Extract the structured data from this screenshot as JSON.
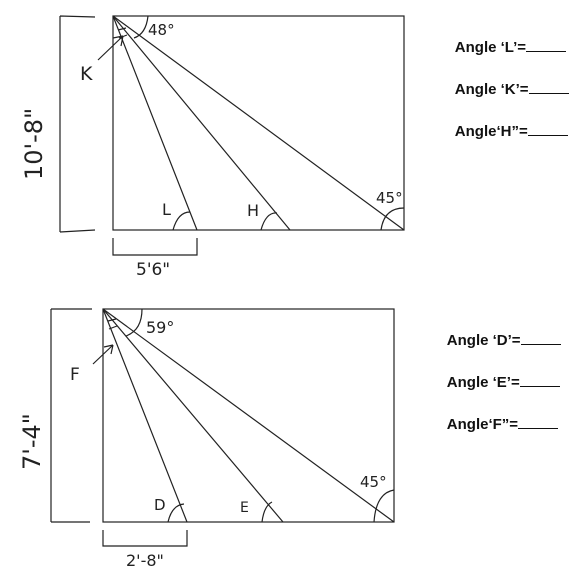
{
  "diagram_top": {
    "height_label": "10'-8\"",
    "base_label": "5'6\"",
    "top_angle_label": "48°",
    "right_angle_label": "45°",
    "label_L": "L",
    "label_H": "H",
    "label_K": "K",
    "questions": [
      "Angle ‘L’=",
      "Angle ‘K’=",
      "Angle‘H”="
    ]
  },
  "diagram_bottom": {
    "height_label": "7'-4\"",
    "base_label": "2'-8\"",
    "top_angle_label": "59°",
    "right_angle_label": "45°",
    "label_D": "D",
    "label_E": "E",
    "label_F": "F",
    "questions": [
      "Angle ‘D’=",
      "Angle ‘E’=",
      "Angle‘F”="
    ]
  }
}
